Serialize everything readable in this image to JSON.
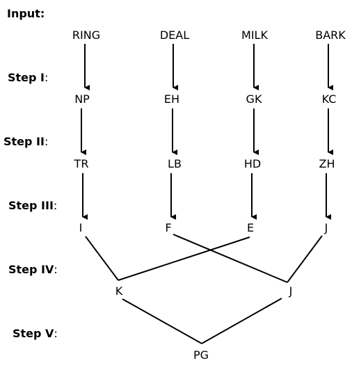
{
  "steps": [
    {
      "name": "Input",
      "sep": ":"
    },
    {
      "name": "Step I",
      "sep": ":"
    },
    {
      "name": "Step II",
      "sep": ":"
    },
    {
      "name": "Step III",
      "sep": ":"
    },
    {
      "name": "Step IV",
      "sep": ":"
    },
    {
      "name": "Step V",
      "sep": ":"
    }
  ],
  "columns": [
    {
      "input": "RING",
      "step1": "NP",
      "step2": "TR",
      "step3": "I"
    },
    {
      "input": "DEAL",
      "step1": "EH",
      "step2": "LB",
      "step3": "F"
    },
    {
      "input": "MILK",
      "step1": "GK",
      "step2": "HD",
      "step3": "E"
    },
    {
      "input": "BARK",
      "step1": "KC",
      "step2": "ZH",
      "step3": "J"
    }
  ],
  "step4": [
    "K",
    "J"
  ],
  "step5": "PG",
  "links": {
    "step3_to_step4": [
      {
        "from": 0,
        "to": 0
      },
      {
        "from": 2,
        "to": 0
      },
      {
        "from": 1,
        "to": 1
      },
      {
        "from": 3,
        "to": 1
      }
    ],
    "step4_to_step5": [
      0,
      1
    ]
  },
  "colors": {
    "text": "#000000",
    "line": "#000000"
  }
}
